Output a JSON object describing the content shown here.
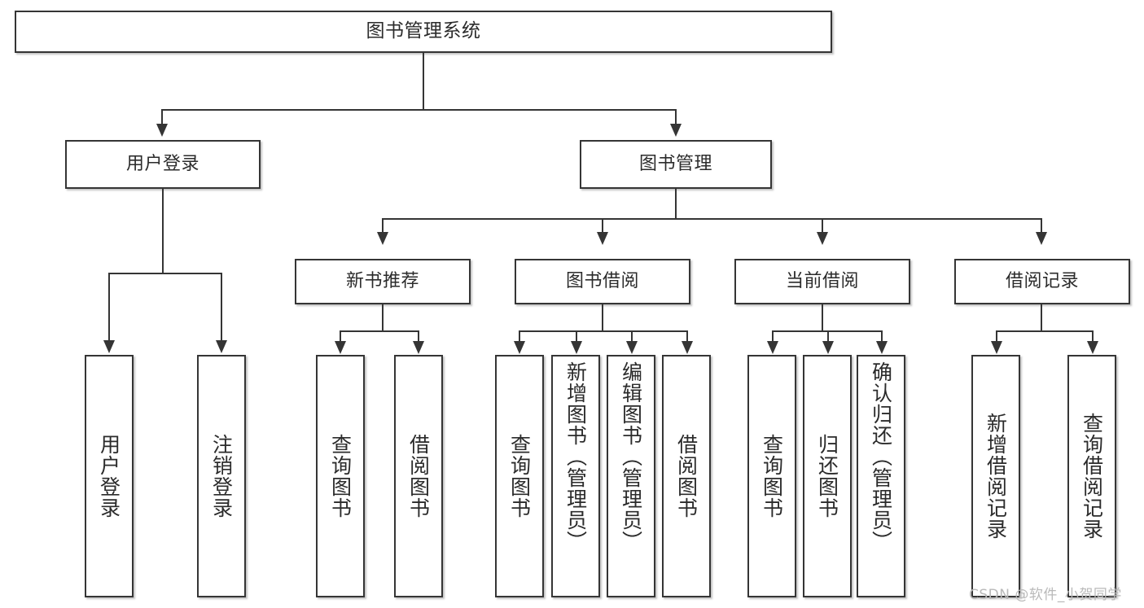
{
  "diagram": {
    "title": "图书管理系统",
    "type": "tree",
    "accent_color": "#353535",
    "background_color": "#ffffff",
    "nodes": {
      "root": {
        "label": "图书管理系统"
      },
      "level2": [
        {
          "label": "用户登录"
        },
        {
          "label": "图书管理"
        }
      ],
      "level3": [
        {
          "label": "新书推荐"
        },
        {
          "label": "图书借阅"
        },
        {
          "label": "当前借阅"
        },
        {
          "label": "借阅记录"
        }
      ],
      "leaves_user_login": [
        {
          "label": "用户登录"
        },
        {
          "label": "注销登录"
        }
      ],
      "leaves_new_book": [
        {
          "label": "查询图书"
        },
        {
          "label": "借阅图书"
        }
      ],
      "leaves_borrow": [
        {
          "label": "查询图书"
        },
        {
          "label": "新增图书（管理员）"
        },
        {
          "label": "编辑图书（管理员）"
        },
        {
          "label": "借阅图书"
        }
      ],
      "leaves_current": [
        {
          "label": "查询图书"
        },
        {
          "label": "归还图书"
        },
        {
          "label": "确认归还（管理员）"
        }
      ],
      "leaves_records": [
        {
          "label": "新增借阅记录"
        },
        {
          "label": "查询借阅记录"
        }
      ]
    }
  },
  "watermark": {
    "text": "CSDN @软件_小贺同学"
  }
}
